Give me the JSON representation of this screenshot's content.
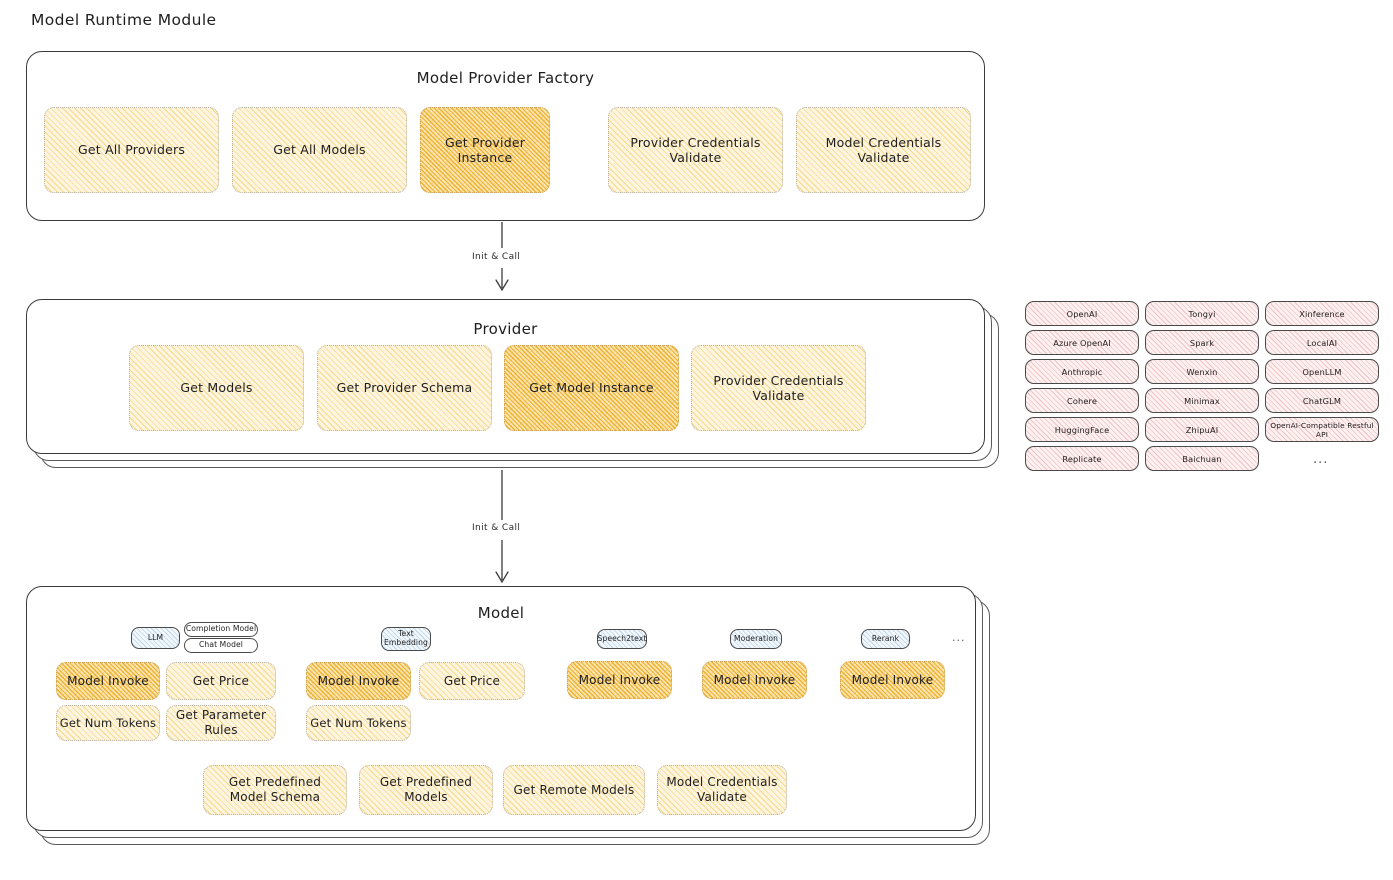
{
  "diagram": {
    "title": "Model Runtime Module",
    "type": "architecture-diagram"
  },
  "colors": {
    "accent_yellow": "#fdf5df",
    "accent_yellow_strong": "#fbe6b4",
    "accent_pink": "#fdf1f1",
    "accent_blue": "#f1f7fb",
    "stroke": "#3b3b3b",
    "text": "#1e1e1e"
  },
  "factory": {
    "title": "Model Provider Factory",
    "nodes": [
      {
        "label": "Get All Providers",
        "highlight": false
      },
      {
        "label": "Get All Models",
        "highlight": false
      },
      {
        "label": "Get Provider Instance",
        "highlight": true
      },
      {
        "label": "Provider Credentials Validate",
        "highlight": false
      },
      {
        "label": "Model Credentials Validate",
        "highlight": false
      }
    ]
  },
  "edges": [
    {
      "label": "Init & Call",
      "from": "factory",
      "to": "provider"
    },
    {
      "label": "Init & Call",
      "from": "provider",
      "to": "model"
    }
  ],
  "provider": {
    "title": "Provider",
    "stacked_copies": 2,
    "nodes": [
      {
        "label": "Get Models",
        "highlight": false
      },
      {
        "label": "Get Provider Schema",
        "highlight": false
      },
      {
        "label": "Get Model Instance",
        "highlight": true
      },
      {
        "label": "Provider Credentials Validate",
        "highlight": false
      }
    ]
  },
  "provider_list": {
    "columns": [
      {
        "items": [
          "OpenAI",
          "Azure OpenAI",
          "Anthropic",
          "Cohere",
          "HuggingFace",
          "Replicate"
        ]
      },
      {
        "items": [
          "Tongyi",
          "Spark",
          "Wenxin",
          "Minimax",
          "ZhipuAI",
          "Baichuan"
        ]
      },
      {
        "items": [
          "Xinference",
          "LocalAI",
          "OpenLLM",
          "ChatGLM",
          "OpenAI-Compatible Restful API"
        ]
      }
    ],
    "more_indicator": "..."
  },
  "model": {
    "title": "Model",
    "stacked_copies": 2,
    "more_indicator": "...",
    "types": [
      {
        "name": "LLM",
        "sub_badges": [
          "Completion Model",
          "Chat Model"
        ],
        "methods": [
          {
            "label": "Model Invoke",
            "highlight": true
          },
          {
            "label": "Get Price",
            "highlight": false
          },
          {
            "label": "Get Num Tokens",
            "highlight": false
          },
          {
            "label": "Get Parameter Rules",
            "highlight": false
          }
        ]
      },
      {
        "name": "Text Embedding",
        "sub_badges": [],
        "methods": [
          {
            "label": "Model Invoke",
            "highlight": true
          },
          {
            "label": "Get Price",
            "highlight": false
          },
          {
            "label": "Get Num Tokens",
            "highlight": false
          }
        ]
      },
      {
        "name": "Speech2text",
        "sub_badges": [],
        "methods": [
          {
            "label": "Model Invoke",
            "highlight": true
          }
        ]
      },
      {
        "name": "Moderation",
        "sub_badges": [],
        "methods": [
          {
            "label": "Model Invoke",
            "highlight": true
          }
        ]
      },
      {
        "name": "Rerank",
        "sub_badges": [],
        "methods": [
          {
            "label": "Model Invoke",
            "highlight": true
          }
        ]
      }
    ],
    "common_methods": [
      "Get Predefined Model Schema",
      "Get Predefined Models",
      "Get Remote Models",
      "Model Credentials Validate"
    ]
  }
}
